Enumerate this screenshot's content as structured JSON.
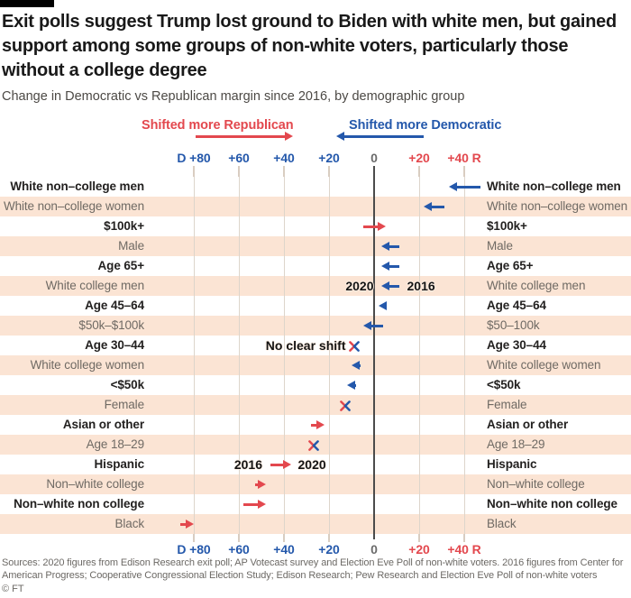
{
  "header": {
    "title": "Exit polls suggest Trump lost ground to Biden with white men, but gained support among some groups of non-white voters, particularly those without a college degree",
    "subtitle": "Change in Democratic vs Republican margin since 2016, by demographic group"
  },
  "legend": {
    "republican": "Shifted more Republican",
    "democratic": "Shifted more Democratic"
  },
  "axis": {
    "ticks": [
      {
        "label": "D +80",
        "value": 80,
        "tone": "dem"
      },
      {
        "label": "+60",
        "value": 60,
        "tone": "dem"
      },
      {
        "label": "+40",
        "value": 40,
        "tone": "dem"
      },
      {
        "label": "+20",
        "value": 20,
        "tone": "dem"
      },
      {
        "label": "0",
        "value": 0,
        "tone": "neutral"
      },
      {
        "label": "+20",
        "value": -20,
        "tone": "rep"
      },
      {
        "label": "+40 R",
        "value": -40,
        "tone": "rep"
      }
    ]
  },
  "colors": {
    "republican": "#e3484e",
    "democratic": "#2458ab",
    "neutral": "#6b6b6b",
    "stripe": "#fbe4d4",
    "grid": "#ddd5cb",
    "zero_line": "#4b4b4b",
    "label_dark": "#232120",
    "label_gray": "#6f6a64"
  },
  "chart_data": {
    "type": "dumbbell-arrow",
    "unit": "percentage-point margin (positive = Democratic lead, negative = Republican lead)",
    "x_axis_labels": [
      "D +80",
      "+60",
      "+40",
      "+20",
      "0",
      "+20",
      "+40 R"
    ],
    "x_range": [
      86,
      -47
    ],
    "rows": [
      {
        "label": "White non–college men",
        "from": -47,
        "to": -33,
        "shift": "democratic",
        "marker": "arrow"
      },
      {
        "label": "White non–college women",
        "from": -31,
        "to": -22,
        "shift": "democratic",
        "marker": "arrow"
      },
      {
        "label": "$100k+",
        "from": 5,
        "to": -5,
        "shift": "republican",
        "marker": "arrow"
      },
      {
        "label": "Male",
        "from": -11,
        "to": -3,
        "shift": "democratic",
        "marker": "arrow"
      },
      {
        "label": "Age 65+",
        "from": -11,
        "to": -3,
        "shift": "democratic",
        "marker": "arrow"
      },
      {
        "label": "White college men",
        "from": -11,
        "to": -3,
        "shift": "democratic",
        "marker": "arrow",
        "start_label": "2016",
        "end_label": "2020"
      },
      {
        "label": "Age 45–64",
        "from": -5,
        "to": -2,
        "shift": "democratic",
        "marker": "arrow"
      },
      {
        "label": "$50k–$100k",
        "label_right": "$50–100k",
        "from": -4,
        "to": 5,
        "shift": "democratic",
        "marker": "arrow"
      },
      {
        "label": "Age 30–44",
        "marker": "x",
        "at": 9,
        "note": "No clear shift"
      },
      {
        "label": "White college women",
        "from": 6,
        "to": 10,
        "shift": "democratic",
        "marker": "arrow"
      },
      {
        "label": "<$50k",
        "from": 8,
        "to": 12,
        "shift": "democratic",
        "marker": "arrow"
      },
      {
        "label": "Female",
        "marker": "x",
        "at": 13
      },
      {
        "label": "Asian or other",
        "from": 28,
        "to": 22,
        "shift": "republican",
        "marker": "arrow"
      },
      {
        "label": "Age 18–29",
        "marker": "x",
        "at": 27
      },
      {
        "label": "Hispanic",
        "from": 46,
        "to": 37,
        "shift": "republican",
        "marker": "arrow",
        "start_label": "2016",
        "end_label": "2020"
      },
      {
        "label": "Non–white college",
        "from": 53,
        "to": 48,
        "shift": "republican",
        "marker": "arrow"
      },
      {
        "label": "Non–white non college",
        "from": 58,
        "to": 48,
        "shift": "republican",
        "marker": "arrow"
      },
      {
        "label": "Black",
        "from": 86,
        "to": 80,
        "shift": "republican",
        "marker": "arrow"
      }
    ]
  },
  "source": {
    "text": "Sources: 2020 figures from Edison Research exit poll; AP Votecast survey and Election Eve Poll of non-white voters. 2016 figures from Center for American Progress; Cooperative Congressional Election Study; Edison Research; Pew Research and Election Eve Poll of non-white voters",
    "copyright": "© FT"
  }
}
